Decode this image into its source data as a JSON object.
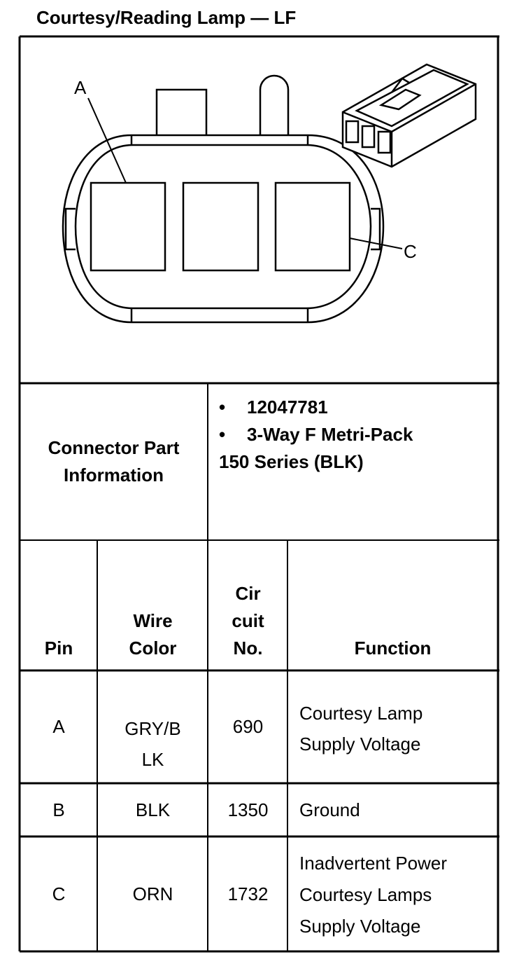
{
  "title": "Courtesy/Reading Lamp — LF",
  "diagram": {
    "label_a": "A",
    "label_c": "C"
  },
  "connector": {
    "header": "Connector Part Information",
    "bullet_glyph": "•",
    "part_number": "12047781",
    "description_line1": "3-Way F Metri-Pack",
    "description_line2": "150 Series (BLK)"
  },
  "table": {
    "headers": {
      "pin": "Pin",
      "wire_color_1": "Wire",
      "wire_color_2": "Color",
      "circuit_1": "Cir",
      "circuit_2": "cuit",
      "circuit_3": "No.",
      "function": "Function"
    },
    "rows": [
      {
        "pin": "A",
        "wire_1": "GRY/B",
        "wire_2": "LK",
        "circuit": "690",
        "func_1": "Courtesy Lamp",
        "func_2": "Supply Voltage",
        "func_3": ""
      },
      {
        "pin": "B",
        "wire_1": "BLK",
        "wire_2": "",
        "circuit": "1350",
        "func_1": "Ground",
        "func_2": "",
        "func_3": ""
      },
      {
        "pin": "C",
        "wire_1": "ORN",
        "wire_2": "",
        "circuit": "1732",
        "func_1": "Inadvertent Power",
        "func_2": "Courtesy Lamps",
        "func_3": "Supply Voltage"
      }
    ]
  }
}
